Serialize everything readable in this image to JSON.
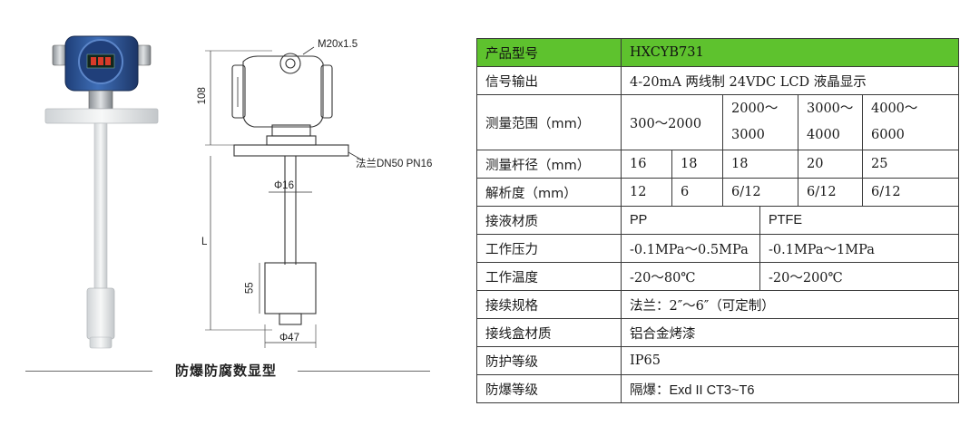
{
  "figure": {
    "dimensions": {
      "thread": "M20x1.5",
      "height": "108",
      "flange": "法兰DN50 PN16",
      "rod_diameter": "Φ16",
      "length": "L",
      "float_height": "55",
      "float_diameter": "Φ47"
    },
    "caption": "防爆防腐数显型"
  },
  "spec_table": {
    "model": {
      "label": "产品型号",
      "value": "HXCYB731"
    },
    "signal": {
      "label": "信号输出",
      "value": "4-20mA 两线制 24VDC LCD 液晶显示"
    },
    "range": {
      "label": "测量范围（mm）",
      "values": [
        "300～2000",
        "2000～3000",
        "3000～4000",
        "4000～6000"
      ]
    },
    "rod": {
      "label": "测量杆径（mm）",
      "values": [
        "16",
        "18",
        "18",
        "20",
        "25"
      ]
    },
    "resolution": {
      "label": "解析度（mm）",
      "values": [
        "12",
        "6",
        "6/12",
        "6/12",
        "6/12"
      ]
    },
    "wetted": {
      "label": "接液材质",
      "values": [
        "PP",
        "PTFE"
      ]
    },
    "pressure": {
      "label": "工作压力",
      "values": [
        "-0.1MPa～0.5MPa",
        "-0.1MPa～1MPa"
      ]
    },
    "temperature": {
      "label": "工作温度",
      "values": [
        "-20～80℃",
        "-20～200℃"
      ]
    },
    "connection": {
      "label": "接续规格",
      "value": "法兰：2″～6″（可定制）"
    },
    "housing": {
      "label": "接线盒材质",
      "value": "铝合金烤漆"
    },
    "protection": {
      "label": "防护等级",
      "value": "IP65"
    },
    "explosion": {
      "label": "防爆等级",
      "prefix": "隔爆：",
      "value": "Exd II CT3~T6"
    }
  },
  "colors": {
    "header_bg": "#5ec22e",
    "border": "#3a3a3a",
    "housing_blue": "#2f5a9e"
  }
}
